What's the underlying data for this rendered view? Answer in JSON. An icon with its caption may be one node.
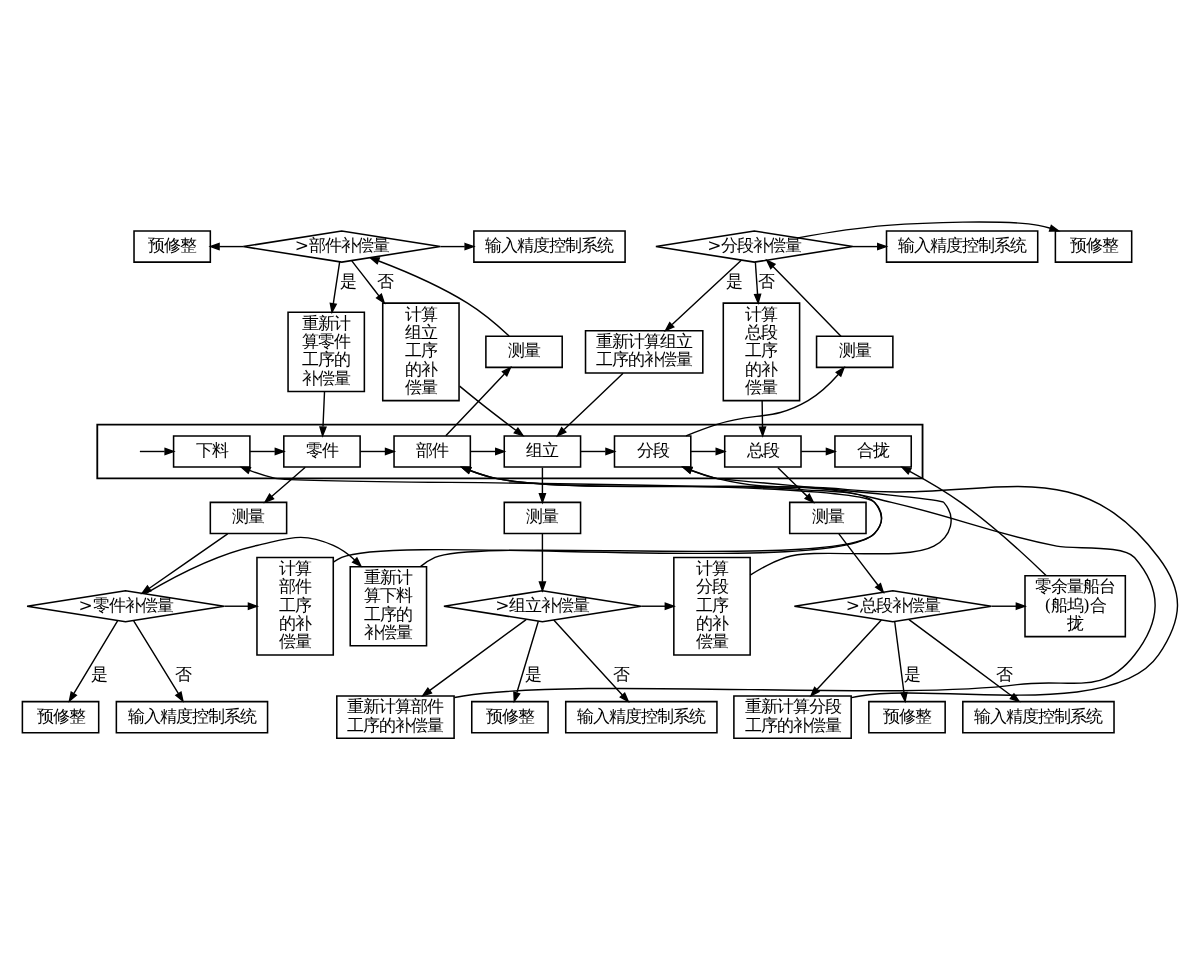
{
  "diagram": {
    "nodes": [
      {
        "text": [
          "预修整"
        ]
      },
      {
        "text": [
          "重新计算组立工序的补偿量"
        ]
      },
      {
        "text": [
          "预修整"
        ]
      },
      {
        "text": [
          "输入精度控制系统"
        ]
      },
      {
        "text": [
          "输入精度控制系统"
        ]
      },
      {
        "text": [
          "重新计算零件工序的补偿量"
        ]
      },
      {
        "text": [
          ">部件补偿量"
        ]
      },
      {
        "text": [
          "计算组立工序的补偿量"
        ]
      },
      {
        "text": [
          ">分段补偿量"
        ]
      },
      {
        "text": [
          "计算总段工序的补偿量"
        ]
      },
      {
        "text": [
          "测量"
        ]
      },
      {
        "text": [
          "测量"
        ]
      },
      {
        "text": [],
        "shape": "band"
      },
      {
        "text": [
          "下料"
        ],
        "in": 12
      },
      {
        "text": [
          "零件"
        ],
        "in": 12
      },
      {
        "text": [
          "部件"
        ],
        "in": 12
      },
      {
        "text": [
          "组立"
        ],
        "in": 12
      },
      {
        "text": [
          "分段"
        ],
        "in": 12
      },
      {
        "text": [
          "总段"
        ],
        "in": 12
      },
      {
        "text": [
          "合拢"
        ],
        "in": 12
      },
      {
        "text": [
          "重新计算下料工序的补偿量"
        ]
      },
      {
        "text": [
          "测量"
        ]
      },
      {
        "text": [
          "计算部件工序的补偿量"
        ]
      },
      {
        "text": [
          "测量"
        ]
      },
      {
        "text": [
          "计算分段工序的补偿量"
        ]
      },
      {
        "text": [
          "测量"
        ]
      },
      {
        "text": [
          "零余量船台(船坞)合拢"
        ]
      },
      {
        "text": [
          ">零件补偿量"
        ]
      },
      {
        "text": [
          ">组立补偿量"
        ]
      },
      {
        "text": [
          ">总段补偿量"
        ]
      },
      {
        "text": [
          "输入精度控制系统"
        ]
      },
      {
        "text": [
          "输入精度控制系统"
        ]
      },
      {
        "text": [
          "输入精度控制系统"
        ]
      },
      {
        "text": [
          "预修整"
        ]
      },
      {
        "text": [
          "重新计算部件工序的补偿量"
        ]
      },
      {
        "text": [
          "重新计算分段工序的补偿量"
        ]
      },
      {
        "text": [
          "预修整"
        ]
      },
      {
        "text": [
          "预修整"
        ]
      }
    ],
    "edges": [
      {
        "from": null,
        "to": 13,
        "arrow": "to"
      },
      {
        "from": 13,
        "to": 14,
        "arrow": "to"
      },
      {
        "from": 14,
        "to": 15,
        "arrow": "to"
      },
      {
        "from": 15,
        "to": 16,
        "arrow": "to"
      },
      {
        "from": 16,
        "to": 17,
        "arrow": "to"
      },
      {
        "from": 17,
        "to": 18,
        "arrow": "to"
      },
      {
        "from": 18,
        "to": 19,
        "arrow": "to"
      },
      {
        "from": 15,
        "to": 10,
        "arrow": "to"
      },
      {
        "from": 10,
        "to": 6,
        "arrow": "to"
      },
      {
        "from": 6,
        "to": 0,
        "arrow": "to"
      },
      {
        "from": 6,
        "to": 5,
        "label": "是",
        "arrow": "to"
      },
      {
        "from": 6,
        "to": 3,
        "arrow": "to"
      },
      {
        "from": 6,
        "to": 7,
        "label": "否",
        "arrow": "to"
      },
      {
        "from": 5,
        "to": 14,
        "arrow": "to"
      },
      {
        "from": 7,
        "to": 16,
        "arrow": "to"
      },
      {
        "from": 17,
        "to": 11,
        "arrow": "to"
      },
      {
        "from": 11,
        "to": 8,
        "arrow": "to"
      },
      {
        "from": 8,
        "to": 2,
        "arrow": "to"
      },
      {
        "from": 8,
        "to": 1,
        "label": "是",
        "arrow": "to"
      },
      {
        "from": 8,
        "to": 4,
        "arrow": "to"
      },
      {
        "from": 8,
        "to": 9,
        "label": "否",
        "arrow": "to"
      },
      {
        "from": 1,
        "to": 16,
        "arrow": "to"
      },
      {
        "from": 9,
        "to": 18,
        "arrow": "to"
      },
      {
        "from": 14,
        "to": 21,
        "arrow": "to"
      },
      {
        "from": 21,
        "to": 27,
        "arrow": "to"
      },
      {
        "from": 27,
        "to": 33,
        "label": "是",
        "arrow": "to"
      },
      {
        "from": 27,
        "to": 20,
        "arrow": "to"
      },
      {
        "from": 27,
        "to": 22,
        "arrow": "to"
      },
      {
        "from": 27,
        "to": 30,
        "label": "否",
        "arrow": "to"
      },
      {
        "from": 20,
        "to": 13,
        "arrow": "to"
      },
      {
        "from": 22,
        "to": 15,
        "arrow": "to"
      },
      {
        "from": 16,
        "to": 23,
        "arrow": "to"
      },
      {
        "from": 23,
        "to": 28,
        "arrow": "to"
      },
      {
        "from": 28,
        "to": 36,
        "label": "是",
        "arrow": "to"
      },
      {
        "from": 28,
        "to": 34,
        "arrow": "to"
      },
      {
        "from": 28,
        "to": 24,
        "arrow": "to"
      },
      {
        "from": 28,
        "to": 31,
        "label": "否",
        "arrow": "to"
      },
      {
        "from": 34,
        "to": 15,
        "arrow": "to"
      },
      {
        "from": 24,
        "to": 17,
        "arrow": "to"
      },
      {
        "from": 18,
        "to": 25,
        "arrow": "to"
      },
      {
        "from": 25,
        "to": 29,
        "arrow": "to"
      },
      {
        "from": 29,
        "to": 37,
        "label": "是",
        "arrow": "to"
      },
      {
        "from": 29,
        "to": 35,
        "arrow": "to"
      },
      {
        "from": 29,
        "to": 26,
        "arrow": "to"
      },
      {
        "from": 29,
        "to": 32,
        "label": "否",
        "arrow": "to"
      },
      {
        "from": 35,
        "to": 17,
        "arrow": "to"
      },
      {
        "from": 26,
        "to": 19,
        "arrow": "to"
      }
    ]
  }
}
